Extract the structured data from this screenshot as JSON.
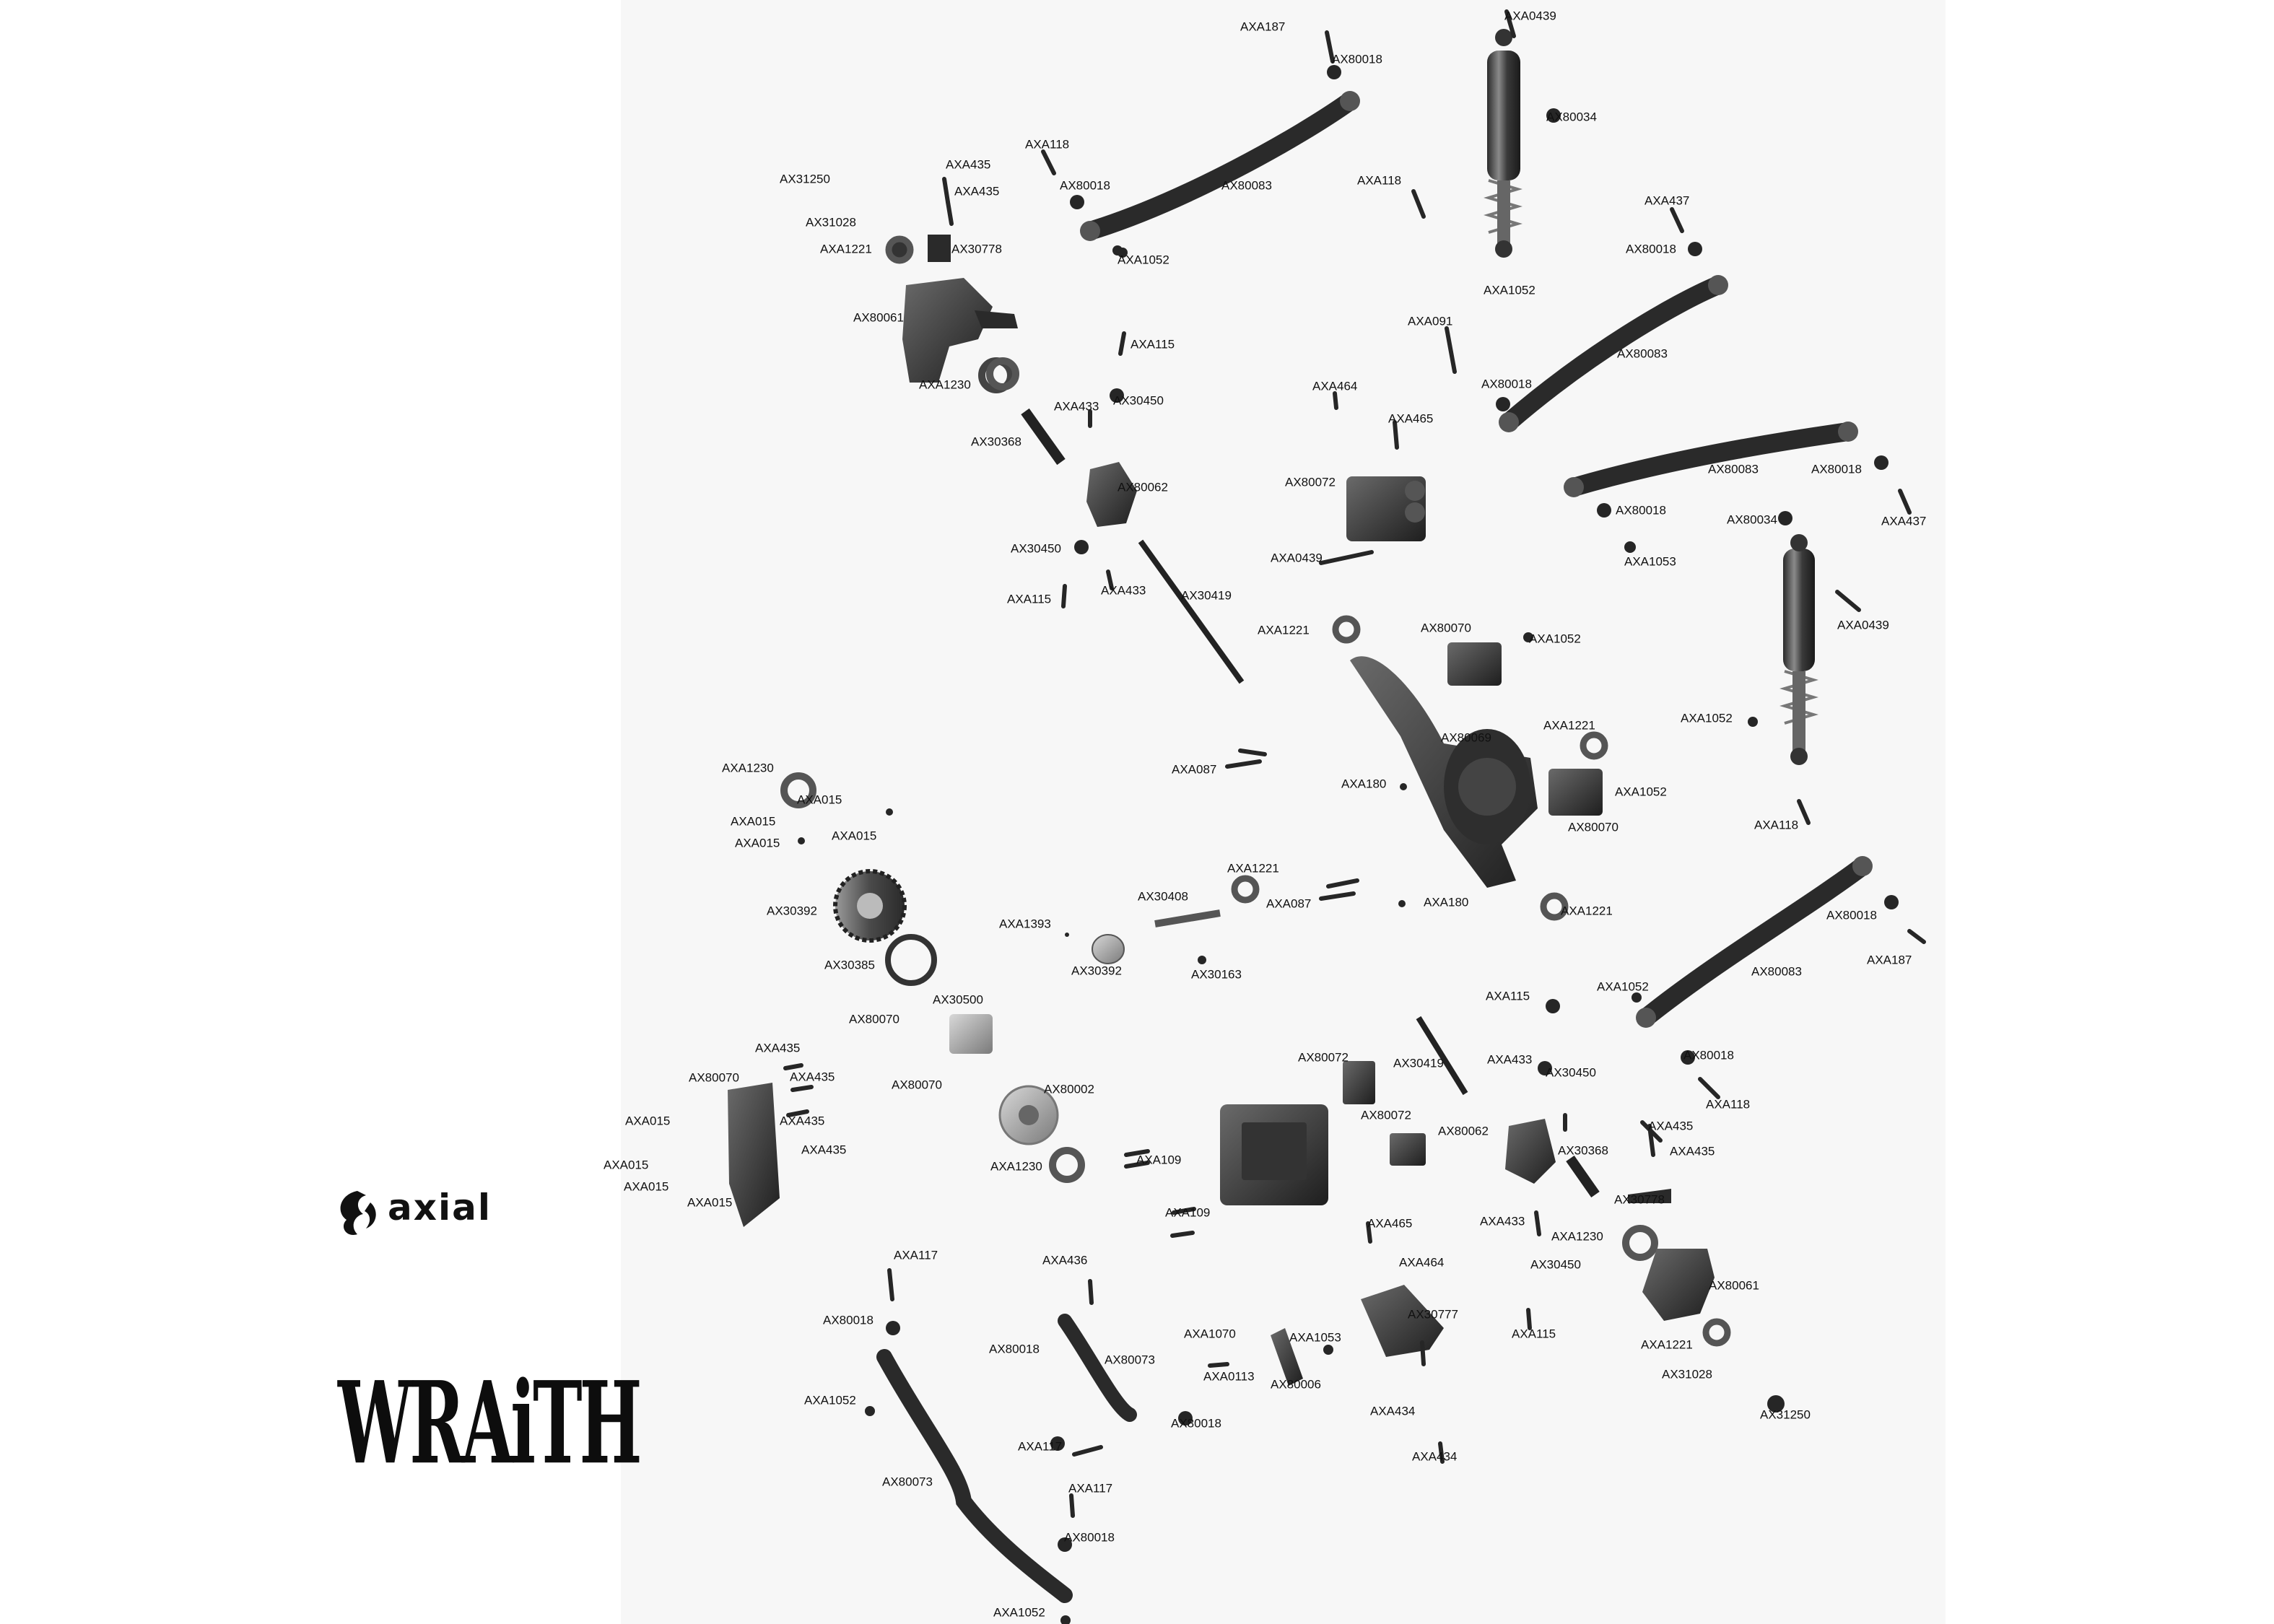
{
  "brand": {
    "name": "axial",
    "icon": "axial-logo-icon"
  },
  "model": {
    "name": "WRAiTH",
    "icon": "wraith-logo-icon"
  },
  "colors": {
    "part": "#3b3b3b",
    "part_dark": "#1f1f1f",
    "part_light": "#8c8c8c",
    "hardware": "#262626",
    "label": "#111111",
    "sheet": "#f7f7f7"
  },
  "labels": [
    "AXA187",
    "AX80018",
    "AXA0439",
    "AX80034",
    "AXA118",
    "AX80018",
    "AX80083",
    "AXA1052",
    "AXA118",
    "AXA1052",
    "AXA435",
    "AXA435",
    "AX31250",
    "AX31028",
    "AXA1221",
    "AX30778",
    "AX80061",
    "AXA437",
    "AX80018",
    "AX80083",
    "AXA115",
    "AXA091",
    "AX80018",
    "AXA1230",
    "AX30450",
    "AXA433",
    "AX30368",
    "AXA464",
    "AXA465",
    "AX80072",
    "AX80062",
    "AX80083",
    "AX80018",
    "AXA437",
    "AX80018",
    "AX80034",
    "AXA1053",
    "AX30450",
    "AXA433",
    "AXA115",
    "AX30419",
    "AXA0439",
    "AXA0439",
    "AXA1221",
    "AX80070",
    "AXA1052",
    "AXA1221",
    "AXA1052",
    "AXA1052",
    "AX80069",
    "AXA087",
    "AXA180",
    "AX80070",
    "AXA118",
    "AXA1230",
    "AXA015",
    "AXA015",
    "AXA015",
    "AXA015",
    "AX30392",
    "AXA1221",
    "AX30408",
    "AXA087",
    "AXA180",
    "AXA1221",
    "AX80018",
    "AXA187",
    "AXA1393",
    "AX30385",
    "AX30392",
    "AX30163",
    "AXA115",
    "AXA1052",
    "AX80083",
    "AX30500",
    "AX80070",
    "AXA435",
    "AXA435",
    "AX80070",
    "AX80070",
    "AX80072",
    "AX30419",
    "AXA433",
    "AX30450",
    "AX80018",
    "AXA118",
    "AX80002",
    "AXA015",
    "AXA435",
    "AXA435",
    "AX80072",
    "AX80062",
    "AXA435",
    "AXA435",
    "AXA015",
    "AXA1230",
    "AXA109",
    "AX30368",
    "AX30778",
    "AXA015",
    "AXA015",
    "AXA109",
    "AXA465",
    "AXA433",
    "AXA1230",
    "AXA117",
    "AXA464",
    "AX30450",
    "AX80061",
    "AXA436",
    "AX80018",
    "AX30777",
    "AXA1070",
    "AXA1053",
    "AX80018",
    "AX80073",
    "AXA0113",
    "AX80006",
    "AXA115",
    "AXA1221",
    "AXA1052",
    "AX31028",
    "AX80018",
    "AXA434",
    "AX31250",
    "AXA117",
    "AXA434",
    "AX80073",
    "AXA117",
    "AX80018",
    "AXA1052"
  ]
}
